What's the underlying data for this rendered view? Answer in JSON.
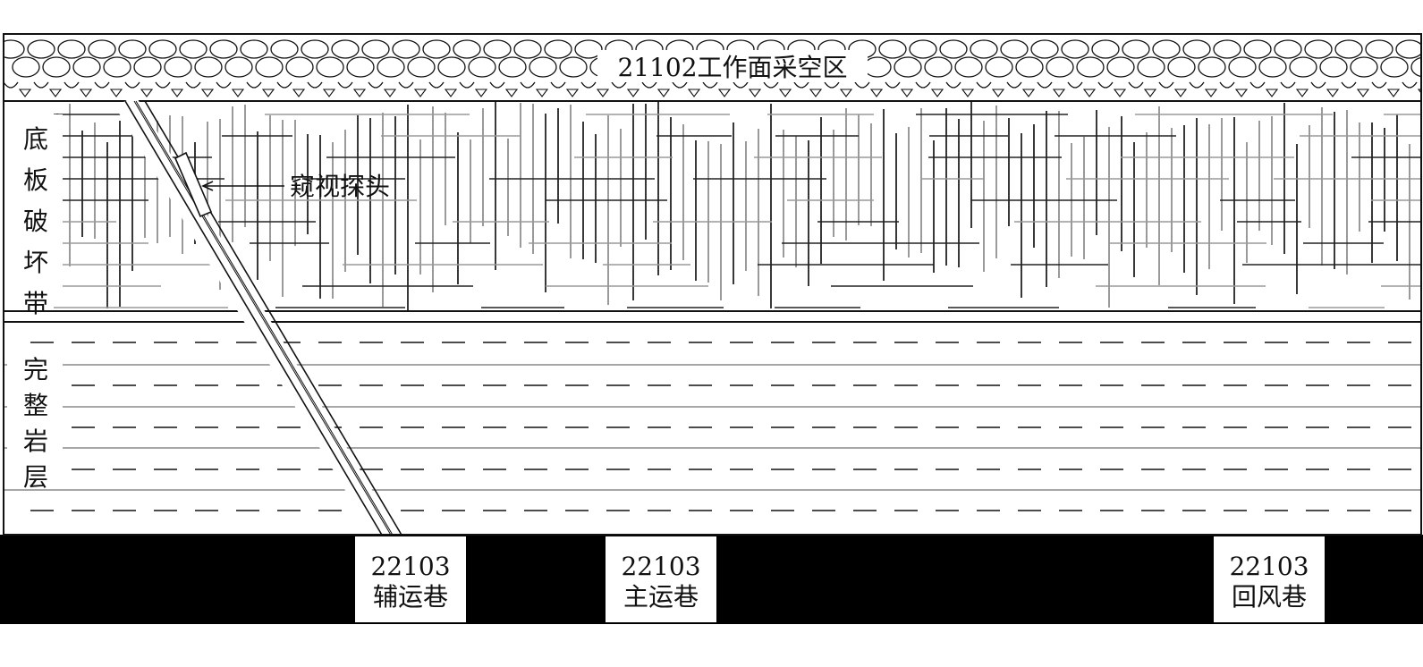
{
  "goaf": {
    "label": "21102工作面采空区"
  },
  "zones": {
    "floor_damage": "底板破坏带",
    "intact_rock": "完整岩层"
  },
  "probe": {
    "label": "窥视探头"
  },
  "roadways": [
    {
      "number": "22103",
      "name": "辅运巷"
    },
    {
      "number": "22103",
      "name": "主运巷"
    },
    {
      "number": "22103",
      "name": "回风巷"
    }
  ],
  "colors": {
    "ink": "#111111",
    "fracture_grey": "#9a9a9a",
    "tunnel_fill": "#000000",
    "paper": "#ffffff"
  }
}
